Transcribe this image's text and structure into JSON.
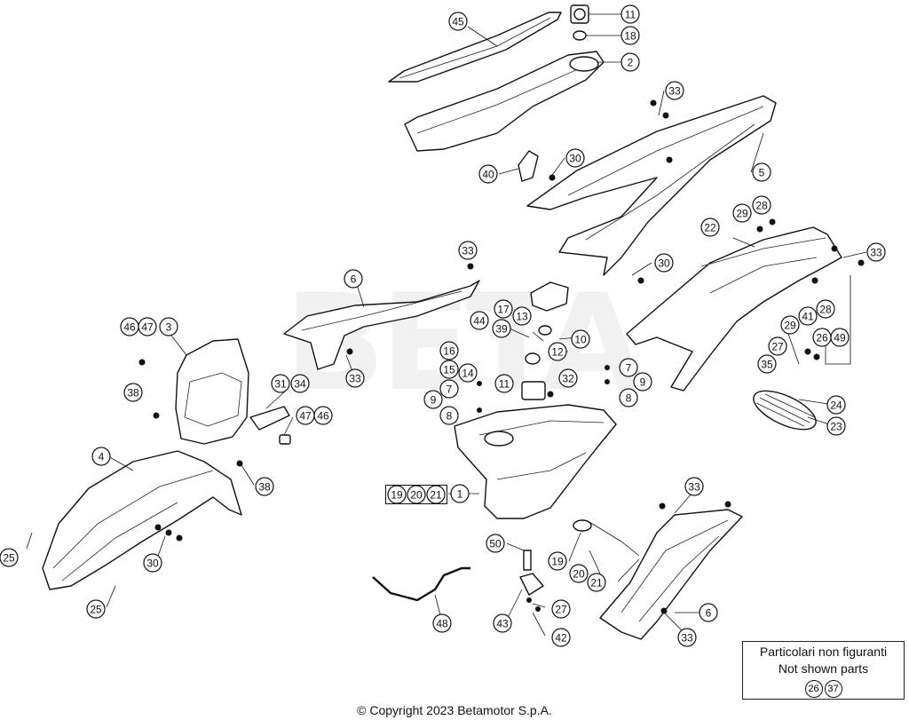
{
  "watermark": {
    "text": "BETA"
  },
  "callouts": [
    {
      "id": "c-45",
      "label": "45"
    },
    {
      "id": "c-11a",
      "label": "11"
    },
    {
      "id": "c-18",
      "label": "18"
    },
    {
      "id": "c-2",
      "label": "2"
    },
    {
      "id": "c-33a",
      "label": "33"
    },
    {
      "id": "c-40",
      "label": "40"
    },
    {
      "id": "c-30a",
      "label": "30"
    },
    {
      "id": "c-5",
      "label": "5"
    },
    {
      "id": "c-29a",
      "label": "29"
    },
    {
      "id": "c-28a",
      "label": "28"
    },
    {
      "id": "c-22",
      "label": "22"
    },
    {
      "id": "c-33b",
      "label": "33"
    },
    {
      "id": "c-33c",
      "label": "33"
    },
    {
      "id": "c-30b",
      "label": "30"
    },
    {
      "id": "c-6a",
      "label": "6"
    },
    {
      "id": "c-33d",
      "label": "33"
    },
    {
      "id": "c-17",
      "label": "17"
    },
    {
      "id": "c-13",
      "label": "13"
    },
    {
      "id": "c-39",
      "label": "39"
    },
    {
      "id": "c-10",
      "label": "10"
    },
    {
      "id": "c-44",
      "label": "44"
    },
    {
      "id": "c-16",
      "label": "16"
    },
    {
      "id": "c-15",
      "label": "15"
    },
    {
      "id": "c-14",
      "label": "14"
    },
    {
      "id": "c-12",
      "label": "12"
    },
    {
      "id": "c-7a",
      "label": "7"
    },
    {
      "id": "c-9a",
      "label": "9"
    },
    {
      "id": "c-8a",
      "label": "8"
    },
    {
      "id": "c-11b",
      "label": "11"
    },
    {
      "id": "c-32",
      "label": "32"
    },
    {
      "id": "c-7b",
      "label": "7"
    },
    {
      "id": "c-9b",
      "label": "9"
    },
    {
      "id": "c-8b",
      "label": "8"
    },
    {
      "id": "c-29b",
      "label": "29"
    },
    {
      "id": "c-41",
      "label": "41"
    },
    {
      "id": "c-28b",
      "label": "28"
    },
    {
      "id": "c-27a",
      "label": "27"
    },
    {
      "id": "c-26",
      "label": "26"
    },
    {
      "id": "c-49",
      "label": "49"
    },
    {
      "id": "c-35",
      "label": "35"
    },
    {
      "id": "c-24",
      "label": "24"
    },
    {
      "id": "c-23",
      "label": "23"
    },
    {
      "id": "c-46a",
      "label": "46"
    },
    {
      "id": "c-47a",
      "label": "47"
    },
    {
      "id": "c-3",
      "label": "3"
    },
    {
      "id": "c-38a",
      "label": "38"
    },
    {
      "id": "c-31",
      "label": "31"
    },
    {
      "id": "c-34",
      "label": "34"
    },
    {
      "id": "c-47b",
      "label": "47"
    },
    {
      "id": "c-46b",
      "label": "46"
    },
    {
      "id": "c-4",
      "label": "4"
    },
    {
      "id": "c-38b",
      "label": "38"
    },
    {
      "id": "c-25a",
      "label": "25"
    },
    {
      "id": "c-30c",
      "label": "30"
    },
    {
      "id": "c-25b",
      "label": "25"
    },
    {
      "id": "c-19a",
      "label": "19"
    },
    {
      "id": "c-20a",
      "label": "20"
    },
    {
      "id": "c-21a",
      "label": "21"
    },
    {
      "id": "c-1",
      "label": "1"
    },
    {
      "id": "c-33e",
      "label": "33"
    },
    {
      "id": "c-50",
      "label": "50"
    },
    {
      "id": "c-19b",
      "label": "19"
    },
    {
      "id": "c-20b",
      "label": "20"
    },
    {
      "id": "c-21b",
      "label": "21"
    },
    {
      "id": "c-6b",
      "label": "6"
    },
    {
      "id": "c-33f",
      "label": "33"
    },
    {
      "id": "c-48",
      "label": "48"
    },
    {
      "id": "c-43",
      "label": "43"
    },
    {
      "id": "c-27b",
      "label": "27"
    },
    {
      "id": "c-42",
      "label": "42"
    }
  ],
  "not_shown": {
    "line1": "Particolari non figuranti",
    "line2": "Not shown parts",
    "refs": [
      "26",
      "37"
    ]
  },
  "copyright": "© Copyright 2023 Betamotor S.p.A."
}
